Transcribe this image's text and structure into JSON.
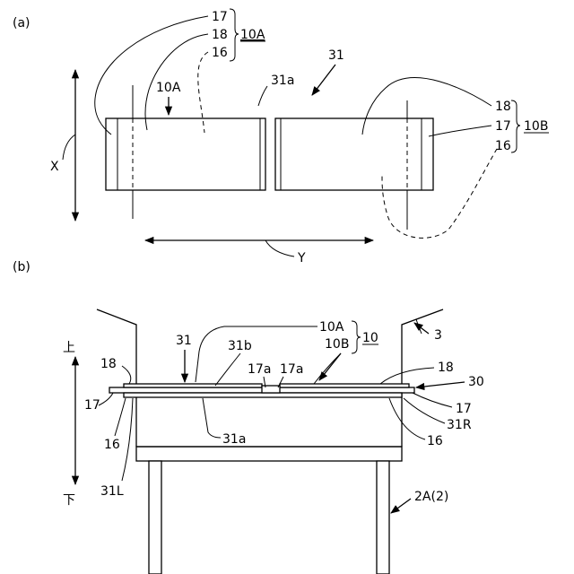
{
  "panel_a": {
    "label": "(a)",
    "left_group": {
      "l17": "17",
      "l18": "18",
      "l16": "16",
      "ref": "10A"
    },
    "sheet_label": "10A",
    "gap_label": "31a",
    "unit_label": "31",
    "right_group": {
      "l18": "18",
      "l17": "17",
      "l16": "16",
      "ref": "10B"
    },
    "axis_x": "X",
    "axis_y": "Y"
  },
  "panel_b": {
    "label": "(b)",
    "up": "上",
    "down": "下",
    "l31": "31",
    "l31b": "31b",
    "l10A": "10A",
    "l10B": "10B",
    "l10": "10",
    "l3": "3",
    "l17a_left": "17a",
    "l17a_right": "17a",
    "l18_left": "18",
    "l18_right": "18",
    "l30": "30",
    "l17_left": "17",
    "l17_right": "17",
    "l31R": "31R",
    "l16_left": "16",
    "l16_right": "16",
    "l31a": "31a",
    "l31L": "31L",
    "l2A": "2A(2)"
  }
}
